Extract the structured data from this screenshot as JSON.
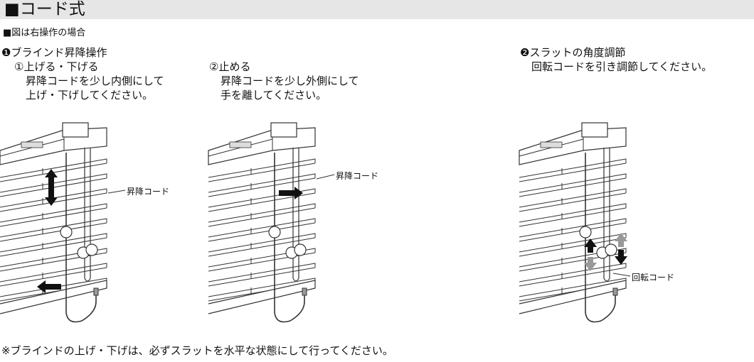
{
  "header": {
    "title": "■コード式"
  },
  "note_top": "■図は右操作の場合",
  "section1": {
    "title": "❶ブラインド昇降操作",
    "step1": {
      "title": "①上げる・下げる",
      "line1": "昇降コードを少し内側にして",
      "line2": "上げ・下げしてください。"
    },
    "step2": {
      "title": "②止める",
      "line1": "昇降コードを少し外側にして",
      "line2": "手を離してください。"
    }
  },
  "section2": {
    "title": "❷スラットの角度調節",
    "line1": "回転コードを引き調節してください。"
  },
  "labels": {
    "lift_cord_1": "昇降コード",
    "lift_cord_2": "昇降コード",
    "tilt_cord": "回転コード"
  },
  "footer_note": "※ブラインドの上げ・下げは、必ずスラットを水平な状態にして行ってください。"
}
